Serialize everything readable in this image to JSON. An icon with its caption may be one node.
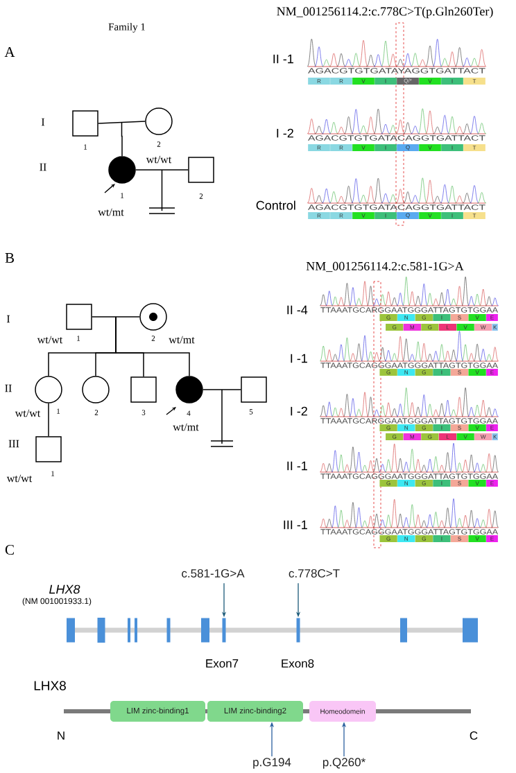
{
  "diagram": {
    "nodes": [
      {
        "text": [],
        "shape": "box",
        "beside": [
          "1"
        ]
      },
      {
        "text": [],
        "shape": "circle",
        "beside": [
          "2",
          "wt/wt"
        ]
      },
      {
        "text": [],
        "shape": "circle",
        "beside": [
          "1",
          "wt/mt"
        ]
      },
      {
        "text": [],
        "shape": "box",
        "beside": [
          "2"
        ]
      },
      {
        "text": [],
        "shape": "box",
        "beside": [
          "wt/wt",
          "1"
        ]
      },
      {
        "text": [],
        "shape": "circle",
        "beside": [
          "2",
          "wt/mt"
        ]
      },
      {
        "text": [],
        "shape": "circle",
        "beside": [
          "wt/wt",
          "1"
        ]
      },
      {
        "text": [],
        "shape": "circle",
        "beside": [
          "2"
        ]
      },
      {
        "text": [],
        "shape": "box",
        "beside": [
          "3"
        ]
      },
      {
        "text": [],
        "shape": "circle",
        "beside": [
          "4",
          "wt/mt"
        ]
      },
      {
        "text": [],
        "shape": "box",
        "beside": [
          "5"
        ]
      },
      {
        "text": [],
        "shape": "box",
        "beside": [
          "wt/wt",
          "1"
        ]
      },
      {
        "text": [
          "c.581-1G>A"
        ]
      },
      {
        "text": [
          "c.778C>T"
        ]
      },
      {
        "text": [],
        "shape": "box"
      },
      {
        "text": [],
        "shape": "box"
      },
      {
        "text": [],
        "shape": "box"
      },
      {
        "text": [],
        "shape": "box"
      },
      {
        "text": [],
        "shape": "box"
      },
      {
        "text": [],
        "shape": "box"
      },
      {
        "text": [],
        "shape": "box",
        "beside": [
          "Exon7"
        ]
      },
      {
        "text": [],
        "shape": "box",
        "beside": [
          "Exon8"
        ]
      },
      {
        "text": [],
        "shape": "box"
      },
      {
        "text": [],
        "shape": "box"
      },
      {
        "text": [
          "LIM zinc-binding1"
        ]
      },
      {
        "text": [
          "LIM zinc-binding2"
        ]
      },
      {
        "text": [
          "Homeodomein"
        ]
      },
      {
        "text": [
          "p.G194"
        ]
      },
      {
        "text": [
          "p.Q260*"
        ]
      }
    ],
    "edges": [
      {
        "from": 0,
        "to": 1,
        "arrow": "none"
      },
      {
        "from": 0,
        "to": 2,
        "arrow": "none"
      },
      {
        "from": 1,
        "to": 2,
        "arrow": "none"
      },
      {
        "from": 2,
        "to": 3,
        "arrow": "none"
      },
      {
        "from": 4,
        "to": 5,
        "arrow": "none"
      },
      {
        "from": 4,
        "to": 6,
        "arrow": "none"
      },
      {
        "from": 5,
        "to": 6,
        "arrow": "none"
      },
      {
        "from": 4,
        "to": 7,
        "arrow": "none"
      },
      {
        "from": 5,
        "to": 7,
        "arrow": "none"
      },
      {
        "from": 4,
        "to": 8,
        "arrow": "none"
      },
      {
        "from": 5,
        "to": 8,
        "arrow": "none"
      },
      {
        "from": 4,
        "to": 9,
        "arrow": "none"
      },
      {
        "from": 5,
        "to": 9,
        "arrow": "none"
      },
      {
        "from": 9,
        "to": 10,
        "arrow": "none"
      },
      {
        "from": 6,
        "to": 11,
        "arrow": "none"
      },
      {
        "from": 12,
        "to": 20,
        "arrow": "to",
        "color": "#1b5a78"
      },
      {
        "from": 13,
        "to": 21,
        "arrow": "to",
        "color": "#1b5a78"
      },
      {
        "from": 27,
        "to": 25,
        "arrow": "to",
        "color": "#2a5f9e"
      },
      {
        "from": 28,
        "to": 26,
        "arrow": "to",
        "color": "#2a5f9e"
      }
    ],
    "labels": [
      "A",
      "Family 1",
      "I",
      "II",
      "NM_001256114.2:c.778C>T(p.Gln260Ter)",
      "II -1",
      "AGACGTGTGATAYAGGTGATTACT",
      "R",
      "R",
      "V",
      "I",
      "Q/*",
      "V",
      "I",
      "T",
      "I -2",
      "AGACGTGTGATACAGGTGATTACT",
      "R",
      "R",
      "V",
      "I",
      "Q",
      "V",
      "I",
      "T",
      "Control",
      "AGACGTGTGATACAGGTGATTACT",
      "R",
      "R",
      "V",
      "I",
      "Q",
      "V",
      "I",
      "T",
      "B",
      "I",
      "II",
      "III",
      "NM_001256114.2:c.581-1G>A",
      "II -4",
      "TTAAATGCARGGAATGGGATTAGTGTGGAA",
      "G",
      "N",
      "G",
      "I",
      "S",
      "V",
      "E",
      "G",
      "M",
      "G",
      "L",
      "V",
      "W",
      "K",
      "I -1",
      "TTAAATGCAGGGAATGGGATTAGTGTGGAA",
      "G",
      "N",
      "G",
      "I",
      "S",
      "V",
      "E",
      "I -2",
      "TTAAATGCARGGAATGGGATTAGTGTGGAA",
      "G",
      "N",
      "G",
      "I",
      "S",
      "V",
      "E",
      "G",
      "M",
      "G",
      "L",
      "V",
      "W",
      "K",
      "II -1",
      "TTAAATGCAGGGAATGGGATTAGTGTGGAA",
      "G",
      "N",
      "G",
      "I",
      "S",
      "V",
      "E",
      "III -1",
      "TTAAATGCAGGGAATGGGATTAGTGTGGAA",
      "G",
      "N",
      "G",
      "I",
      "S",
      "V",
      "E",
      "C",
      "LHX8",
      "(NM 001001933.1)",
      "LHX8",
      "N",
      "C"
    ]
  }
}
